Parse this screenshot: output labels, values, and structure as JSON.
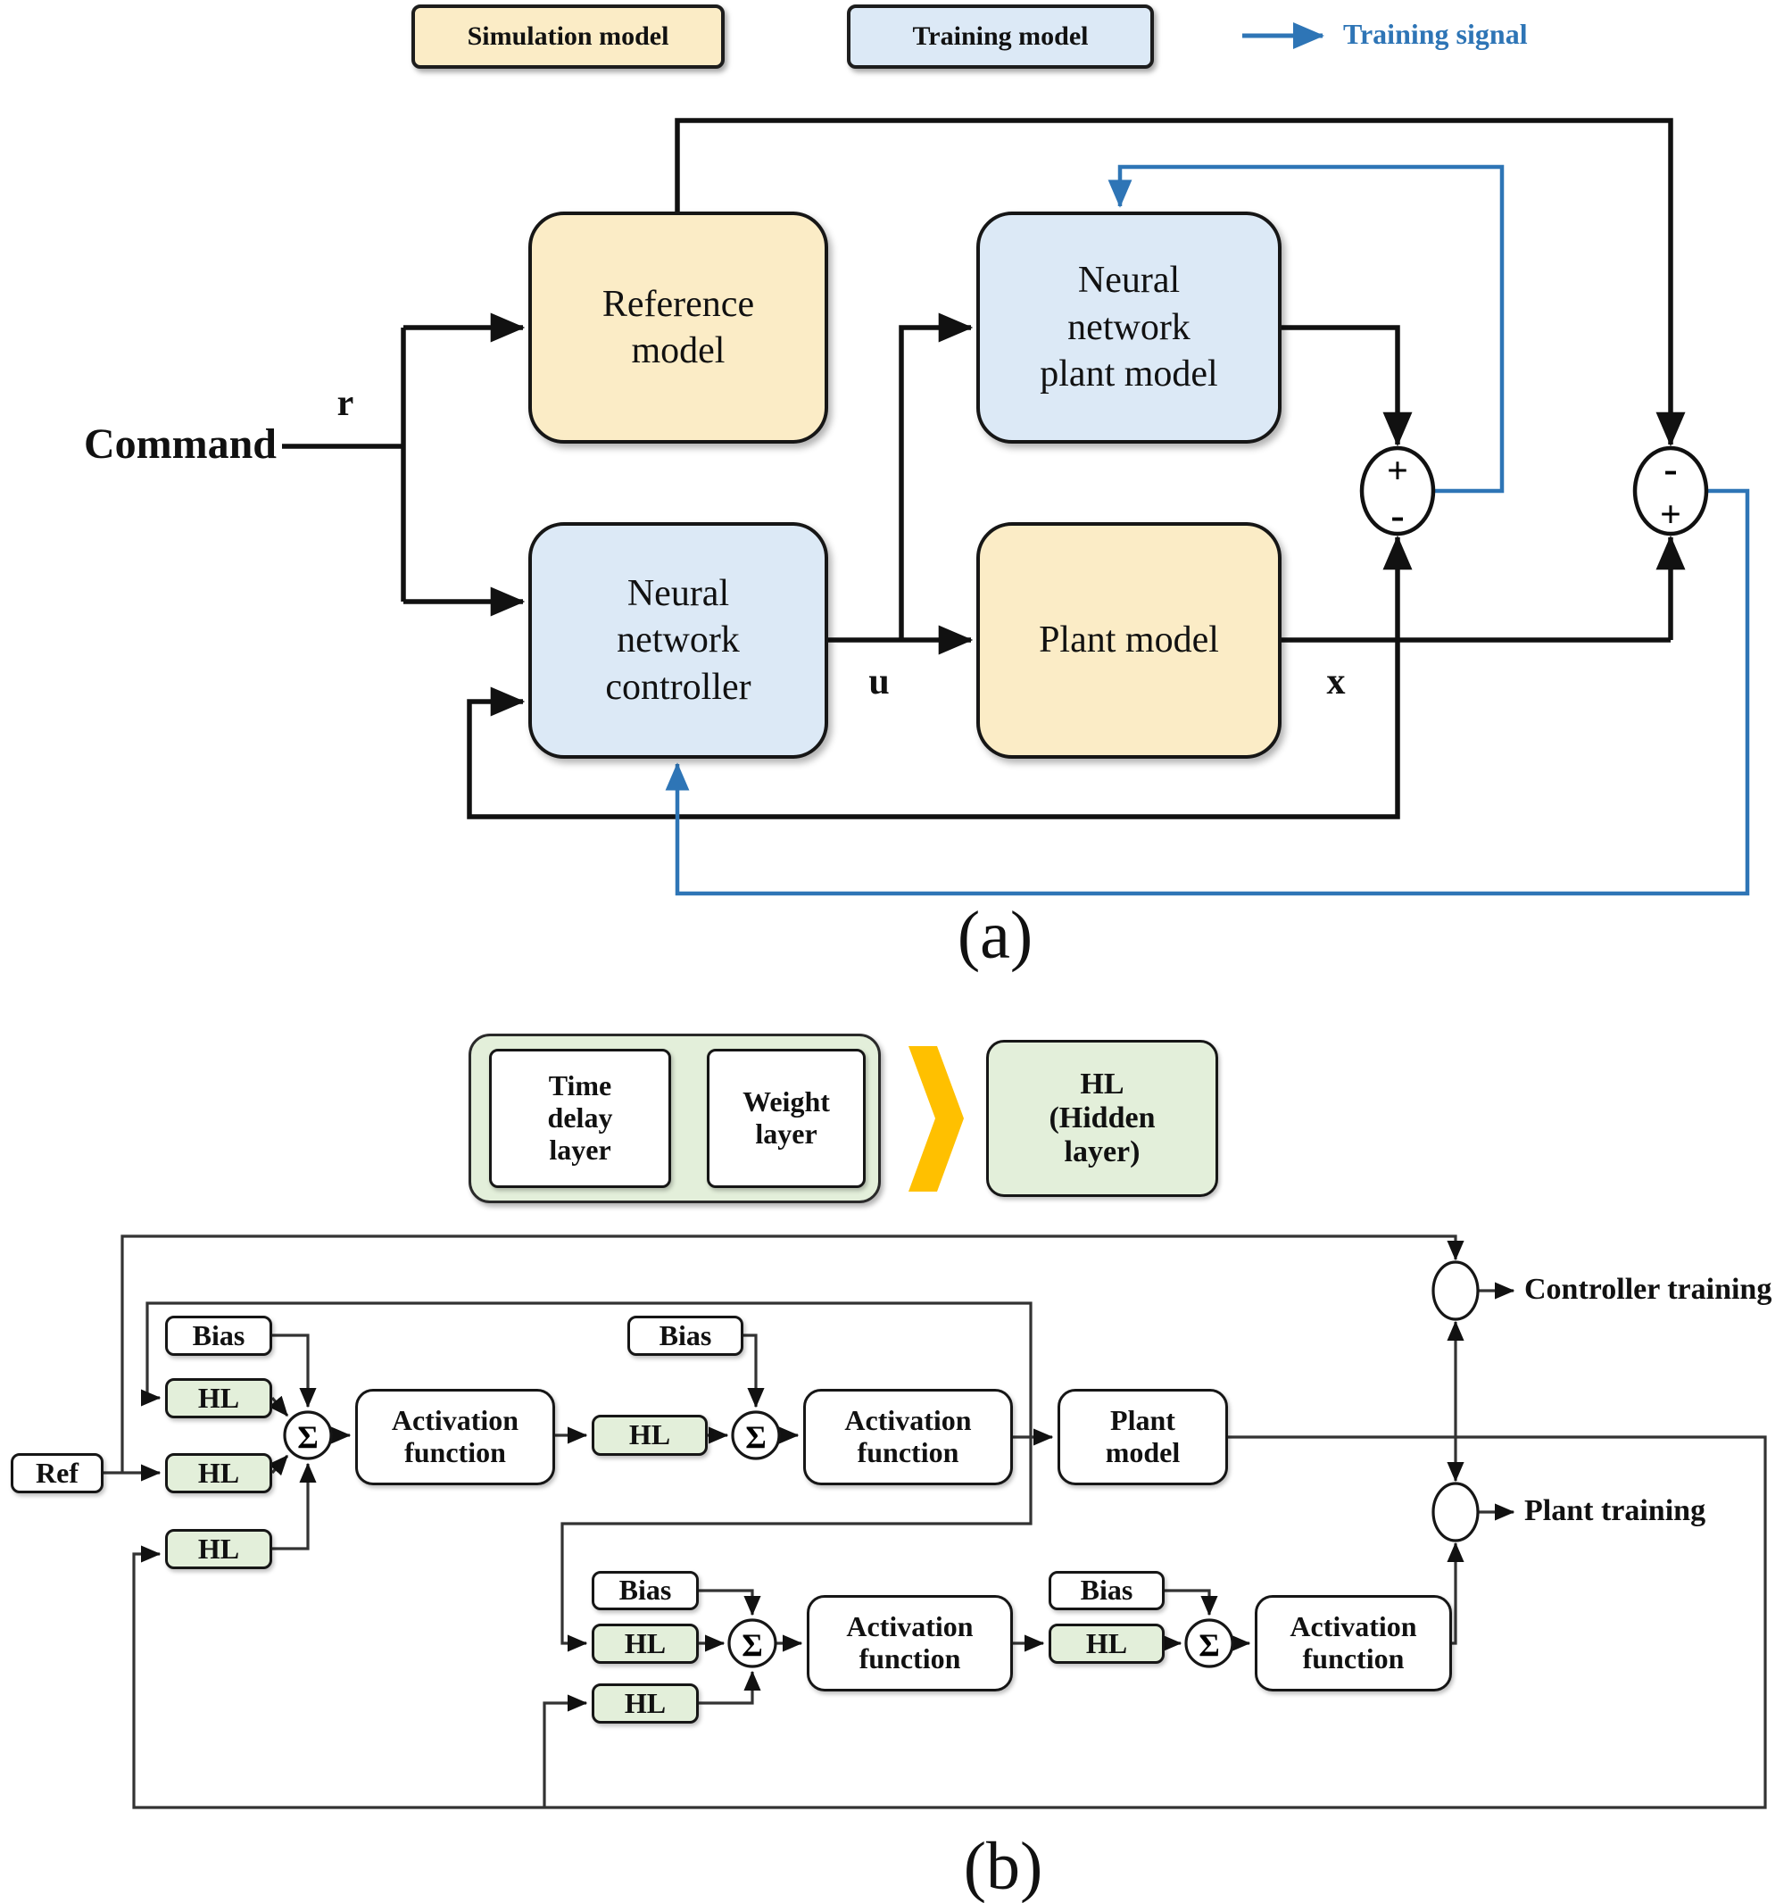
{
  "colors": {
    "simulation_fill": "#FBECC6",
    "training_fill": "#DCE9F6",
    "hidden_layer_fill": "#E3EFDA",
    "training_signal_blue": "#2E75B6",
    "line_black": "#111111",
    "legend_arrow_orange": "#FFC000"
  },
  "legend_a": {
    "simulation": "Simulation model",
    "training": "Training model",
    "signal": "Training signal"
  },
  "part_a": {
    "caption": "(a)",
    "command": "Command",
    "signal_r": "r",
    "signal_u": "u",
    "signal_x": "x",
    "reference_model": "Reference\nmodel",
    "nn_plant_model": "Neural\nnetwork\nplant model",
    "nn_controller": "Neural\nnetwork\ncontroller",
    "plant_model": "Plant model",
    "sum_left_top": "+",
    "sum_left_bottom": "-",
    "sum_right_top": "-",
    "sum_right_bottom": "+"
  },
  "legend_b": {
    "time_delay": "Time\ndelay\nlayer",
    "weight": "Weight\nlayer",
    "hidden": "HL\n(Hidden\nlayer)"
  },
  "part_b": {
    "caption": "(b)",
    "ref": "Ref",
    "bias": "Bias",
    "hl": "HL",
    "sigma": "Σ",
    "activation": "Activation\nfunction",
    "plant_model": "Plant\nmodel",
    "controller_training": "Controller training",
    "plant_training": "Plant training"
  }
}
